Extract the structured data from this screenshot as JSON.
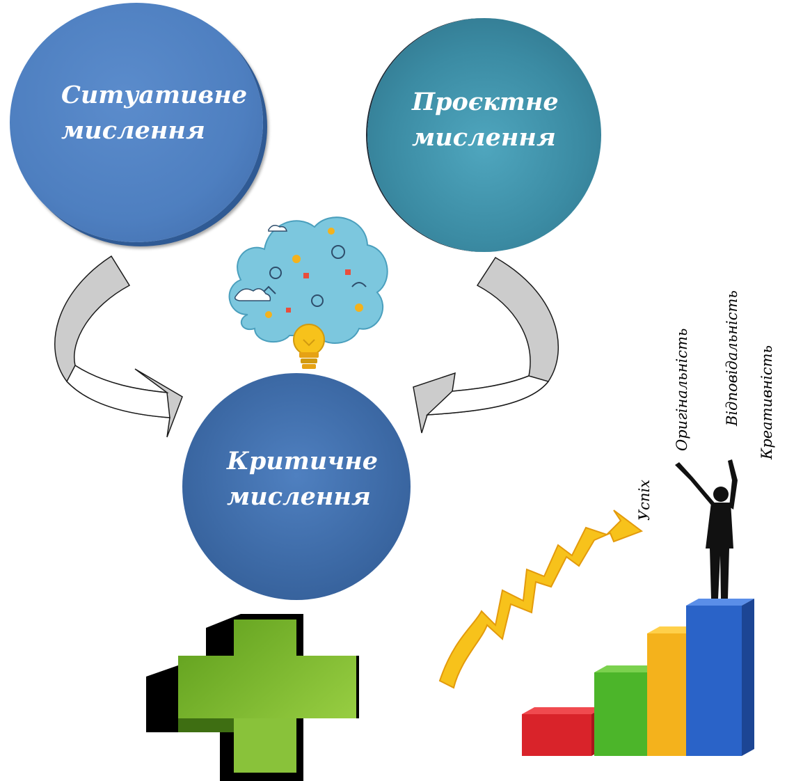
{
  "nodes": {
    "situational": {
      "line1": "Ситуативне",
      "line2": "мислення",
      "color": "#4e7fc0"
    },
    "project": {
      "line1": "Проєктне",
      "line2": "мислення",
      "color": "#3b8ba3"
    },
    "critical": {
      "line1": "Критичне",
      "line2": "мислення",
      "color": "#3d6aa6"
    }
  },
  "success_words": {
    "success": "Успіх",
    "originality": "Оригінальність",
    "responsibility": "Відповідальність",
    "creativity": "Креативність"
  },
  "colors": {
    "arrow_fill": "#cccccc",
    "plus_green": "#7bb92e",
    "stair_red": "#d9232a",
    "stair_green": "#4cb52a",
    "stair_yellow": "#f4b21c",
    "stair_blue": "#2a63c8",
    "zigzag_yellow": "#f7c21b"
  },
  "icons": {
    "idea_cloud": "idea-cloud-lightbulb-icon",
    "plus": "plus-icon",
    "success_person": "person-celebrating-icon"
  }
}
